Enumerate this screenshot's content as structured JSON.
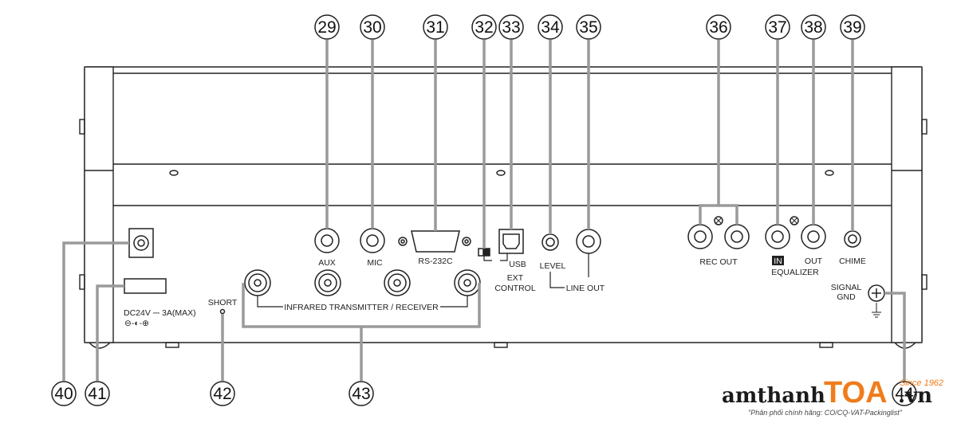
{
  "callouts": {
    "c29": "29",
    "c30": "30",
    "c31": "31",
    "c32": "32",
    "c33": "33",
    "c34": "34",
    "c35": "35",
    "c36": "36",
    "c37": "37",
    "c38": "38",
    "c39": "39",
    "c40": "40",
    "c41": "41",
    "c42": "42",
    "c43": "43",
    "c44": "44"
  },
  "labels": {
    "aux": "AUX",
    "mic": "MIC",
    "rs232c": "RS-232C",
    "usb": "USB",
    "ext_control_1": "EXT",
    "ext_control_2": "CONTROL",
    "level": "LEVEL",
    "line_out": "LINE OUT",
    "rec_out": "REC OUT",
    "eq_in": "IN",
    "eq_out": "OUT",
    "equalizer": "EQUALIZER",
    "chime": "CHIME",
    "signal": "SIGNAL",
    "gnd": "GND",
    "dc_rating": "DC24V ⎓ 3A(MAX)",
    "polarity": "⊖-◐-⊕",
    "short": "SHORT",
    "infrared": "INFRARED TRANSMITTER / RECEIVER"
  },
  "watermark": {
    "brand_left": "amthanh",
    "brand_mid": "TOA",
    "brand_right": ".vn",
    "since": "Since 1962",
    "tagline": "\"Phân phối chính hãng: CO/CQ-VAT-Packinglist\""
  },
  "colors": {
    "line": "#222222",
    "gray": "#9a9a9a",
    "brand_orange": "#f07c1b"
  }
}
